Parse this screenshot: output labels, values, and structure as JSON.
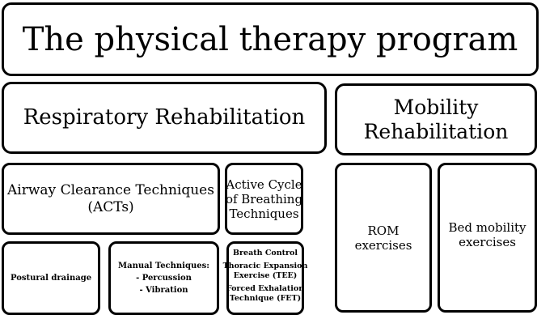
{
  "title": {
    "line1": "The physical therapy program"
  },
  "respiratory": {
    "line1": "Respiratory Rehabilitation"
  },
  "mobility": {
    "line1": "Mobility",
    "line2": "Rehabilitation"
  },
  "airway_clearance": {
    "line1": "Airway Clearance Techniques",
    "line2": "(ACTs)"
  },
  "active_cycle": {
    "line1": "Active Cycle",
    "line2": "of Breathing",
    "line3": "Techniques"
  },
  "rom": {
    "line1": "ROM",
    "line2": "exercises"
  },
  "bed_mobility": {
    "line1": "Bed mobility",
    "line2": "exercises"
  },
  "postural_drainage": {
    "line1": "Postural drainage"
  },
  "manual_techniques": {
    "line1": "Manual Techniques:",
    "line2": "-  Percussion",
    "line3": "- Vibration"
  },
  "breathing_components": {
    "line1": "Breath Control",
    "line2": "Thoracic Expansion",
    "line3": "Exercise (TEE)",
    "line4": "Forced Exhalation",
    "line5": "Technique (FET)"
  },
  "colors": {
    "border": "#000000",
    "background": "#ffffff",
    "text": "#000000"
  }
}
